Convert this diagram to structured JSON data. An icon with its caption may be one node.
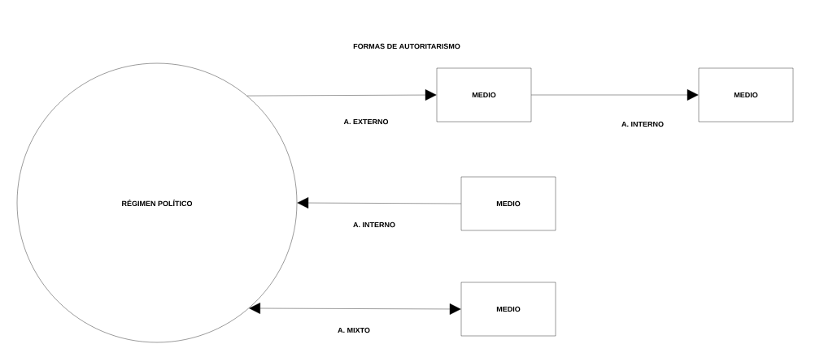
{
  "diagram": {
    "title": "FORMAS DE AUTORITARISMO",
    "nodes": [
      {
        "text": [
          "RÉGIMEN POLÍTICO"
        ]
      },
      {
        "text": [
          "MEDIO"
        ]
      },
      {
        "text": [
          "MEDIO"
        ]
      },
      {
        "text": [
          "MEDIO"
        ]
      },
      {
        "text": [
          "MEDIO"
        ]
      }
    ],
    "edges": [
      {
        "from": 0,
        "to": 1,
        "arrow": "to",
        "label": "A. EXTERNO"
      },
      {
        "from": 1,
        "to": 2,
        "arrow": "to",
        "label": "A. INTERNO"
      },
      {
        "from": 3,
        "to": 0,
        "arrow": "to",
        "label": "A. INTERNO"
      },
      {
        "from": 0,
        "to": 4,
        "arrow": "both",
        "label": "A. MIXTO"
      }
    ]
  }
}
